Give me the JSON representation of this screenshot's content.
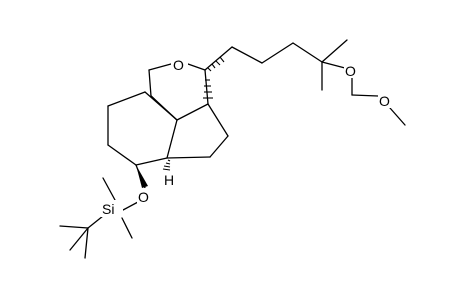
{
  "molecule": {
    "atoms": {
      "ring_oxygen": "O",
      "silyl_ether_oxygen": "O",
      "silicon": "Si",
      "mom_oxygen_1": "O",
      "mom_oxygen_2": "O",
      "ring_fusion_hydrogen": "H"
    },
    "colors": {
      "bond": "#000000",
      "background": "#ffffff"
    }
  }
}
